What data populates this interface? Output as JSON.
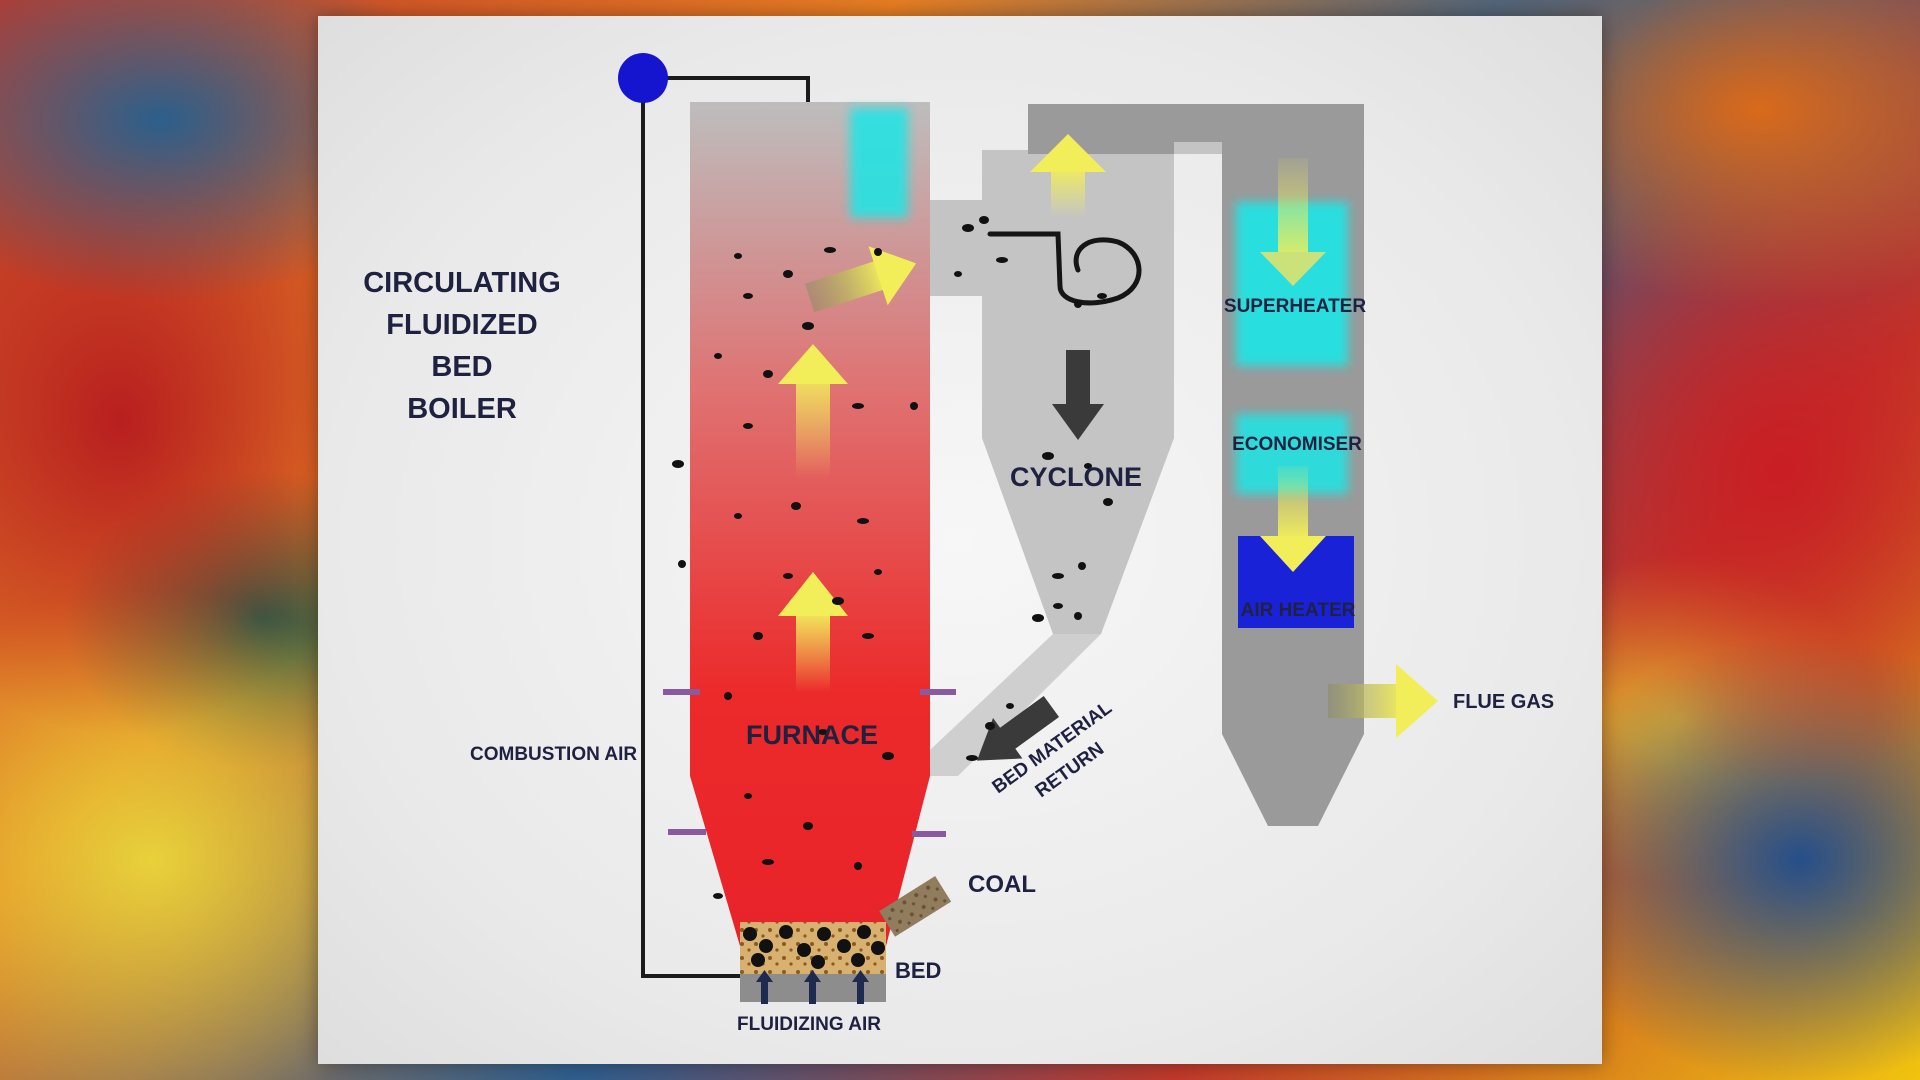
{
  "title_lines": [
    "CIRCULATING",
    "FLUIDIZED",
    "BED",
    "BOILER"
  ],
  "labels": {
    "furnace": "FURNACE",
    "cyclone": "CYCLONE",
    "superheater": "SUPERHEATER",
    "economiser": "ECONOMISER",
    "air_heater": "AIR HEATER",
    "flue_gas": "FLUE GAS",
    "combustion_air": "COMBUSTION AIR",
    "bed_material_return_1": "BED MATERIAL",
    "bed_material_return_2": "RETURN",
    "coal": "COAL",
    "bed": "BED",
    "fluidizing_air": "FLUIDIZING AIR"
  },
  "colors": {
    "furnace_top": "#bdbdbd",
    "furnace_hot": "#e8232a",
    "duct_gray": "#9a9a9a",
    "cyclone_gray": "#c4c4c4",
    "heat_exchanger_cyan": "#1ee6e6",
    "air_heater_blue": "#1a22d8",
    "steam_drum": "#1515d0",
    "arrow_yellow": "#f2ee5a",
    "arrow_dark": "#3a3a3a",
    "air_nozzle": "#8a5aa0"
  }
}
